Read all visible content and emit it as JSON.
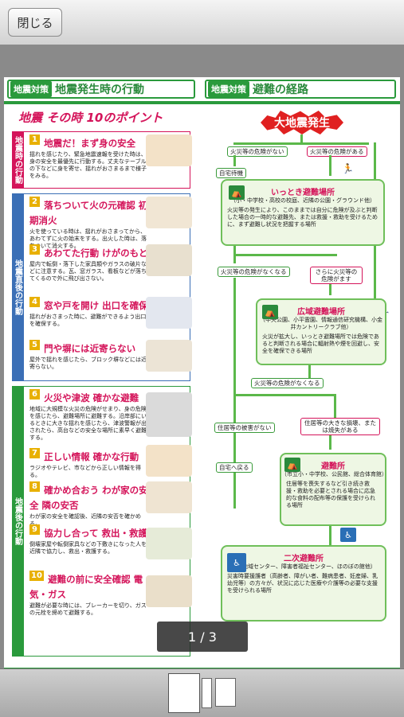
{
  "toolbar": {
    "close_label": "閉じる"
  },
  "pager": {
    "label": "1 / 3"
  },
  "left_header": {
    "tag": "地震対策",
    "title": "地震発生時の行動"
  },
  "right_header": {
    "tag": "地震対策",
    "title": "避難の経路"
  },
  "left": {
    "subtitle": "地震 その時 10のポイント",
    "bands": [
      "地震時の行動",
      "地震直後の行動",
      "地震後の行動"
    ],
    "points": [
      {
        "num": "1",
        "title": "地震だ！まず身の安全",
        "text": "揺れを感じたり、緊急地震速報を受けた時は、身の安全を最優先に行動する。丈夫なテーブルの下などに身を寄せ、揺れがおさまるまで様子をみる。"
      },
      {
        "num": "2",
        "title": "落ちついて火の元確認 初期消火",
        "text": "火を使っている時は、揺れがおさまってから、あわてずに火の始末をする。出火した時は、落ちついて消火する。"
      },
      {
        "num": "3",
        "title": "あわてた行動 けがのもと",
        "text": "屋内で転倒・落下した家具類やガラスの破片などに注意する。瓦、窓ガラス、看板などが落ちてくるので外に飛び出さない。"
      },
      {
        "num": "4",
        "title": "窓や戸を開け 出口を確保",
        "text": "揺れがおさまった時に、避難ができるよう出口を確保する。"
      },
      {
        "num": "5",
        "title": "門や塀には近寄らない",
        "text": "屋外で揺れを感じたら、ブロック塀などには近寄らない。"
      },
      {
        "num": "6",
        "title": "火災や津波 確かな避難",
        "text": "地域に大規模な火災の危険がせまり、身の危険を感じたら、避難場所に避難する。沿岸部にいるときに大きな揺れを感じたら、津波警報が出されたら、高台などの安全な場所に素早く避難する。"
      },
      {
        "num": "7",
        "title": "正しい情報 確かな行動",
        "text": "ラジオやテレビ、市などから正しい情報を得る。"
      },
      {
        "num": "8",
        "title": "確かめ合おう わが家の安全 隣の安否",
        "text": "わが家の安全を確認後、近隣の安否を確かめる。"
      },
      {
        "num": "9",
        "title": "協力し合って 救出・救護",
        "text": "倒壊家屋や転倒家具などの下敷きになった人を近隣で協力し、救出・救護する。"
      },
      {
        "num": "10",
        "title": "避難の前に安全確認 電気・ガス",
        "text": "避難が必要な時には、ブレーカーを切り、ガスの元栓を締めて避難する。"
      }
    ]
  },
  "right": {
    "burst": "大地震発生",
    "no_fire": "火災等の危険がない",
    "fire": "火災等の危険がある",
    "stay_home": "自宅待機",
    "temp_title": "いっとき避難場所",
    "temp_sub": "（小・中学校・高校の校庭、近隣の公園・グラウンド他）",
    "temp_text": "火災等の発生により、このままでは自分に危険が及ぶと判断した場合の一時的な避難先、または救援・救助を受けるために、まず避難し状況を把握する場所",
    "fire_gone_1": "火災等の危険がなくなる",
    "fire_more": "さらに火災等の危険がます",
    "wide_title": "広域避難場所",
    "wide_sub": "（中央公園、小平霊園、情報通信研究機構、小金井カントリークラブ他）",
    "wide_text": "火災が拡大し、いっとき避難場所では危険であると判断される場合に輻射熱や煙を回避し、安全を確保できる場所",
    "fire_gone_2": "火災等の危険がなくなる",
    "no_damage": "住居等の被害がない",
    "damage": "住居等の大きな損壊、または焼失がある",
    "go_home": "自宅へ戻る",
    "shelter_title": "避難所",
    "shelter_sub": "（市立小・中学校、公民館、総合体育館）",
    "shelter_text": "住居等を喪失するなど引き続き救援・救助を必要とされる場合に応急的な食料の配布等の保護を受けられる場所",
    "second_title": "二次避難所",
    "second_sub": "（各地域センター、障害者福祉センター、ほのぼの館他）",
    "second_text": "災害時要援護者（高齢者、障がい者、難病患者、妊産婦、乳幼児等）の方々が、状況に応じた医療や介護等の必要な支援を受けられる場所"
  },
  "colors": {
    "green": "#2a9a3c",
    "magenta": "#d4145a",
    "yellow": "#e8b000"
  }
}
